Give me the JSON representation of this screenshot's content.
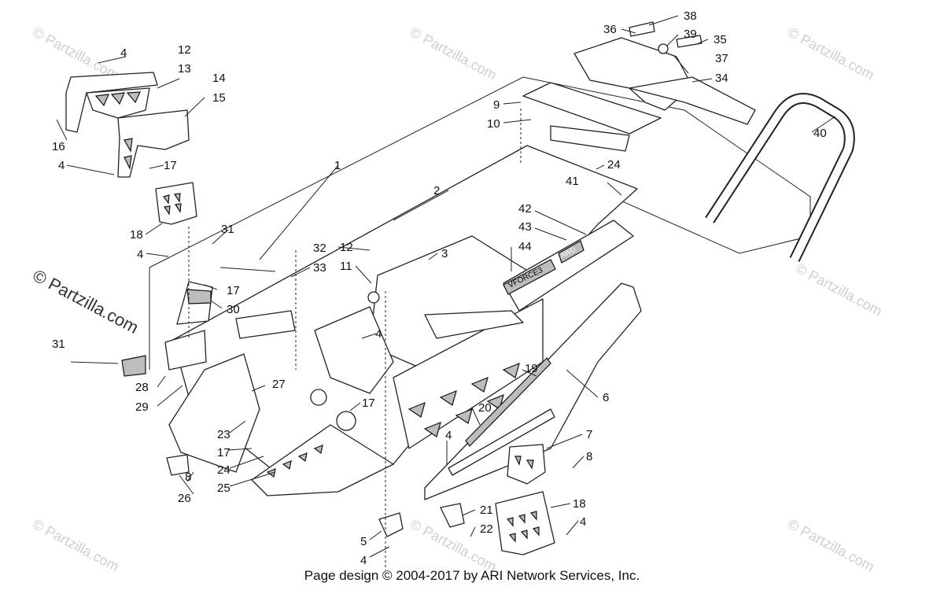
{
  "diagram": {
    "watermarks": {
      "small": "© Partzilla.com",
      "large": "© Partzilla.com"
    },
    "footer": "Page design © 2004-2017 by ARI Network Services, Inc.",
    "callouts": {
      "c1": "1",
      "c2": "2",
      "c3": "3",
      "c4a": "4",
      "c4b": "4",
      "c4c": "4",
      "c4d": "4",
      "c4e": "4",
      "c4f": "4",
      "c4g": "4",
      "c5": "5",
      "c6": "6",
      "c7": "7",
      "c8a": "8",
      "c8b": "8",
      "c9": "9",
      "c10": "10",
      "c11": "11",
      "c12a": "12",
      "c12b": "12",
      "c13": "13",
      "c14": "14",
      "c15": "15",
      "c16": "16",
      "c17a": "17",
      "c17b": "17",
      "c17c": "17",
      "c17d": "17",
      "c18a": "18",
      "c18b": "18",
      "c19": "19",
      "c20": "20",
      "c21": "21",
      "c22": "22",
      "c23": "23",
      "c24a": "24",
      "c24b": "24",
      "c25": "25",
      "c26": "26",
      "c27": "27",
      "c28": "28",
      "c29": "29",
      "c30": "30",
      "c31a": "31",
      "c31b": "31",
      "c32": "32",
      "c33": "33",
      "c34": "34",
      "c35": "35",
      "c36": "36",
      "c37": "37",
      "c38": "38",
      "c39": "39",
      "c40": "40",
      "c41": "41",
      "c42": "42",
      "c43": "43",
      "c44": "44"
    },
    "decals": {
      "vforce": "VFORCE3",
      "logo": "AWD"
    }
  }
}
